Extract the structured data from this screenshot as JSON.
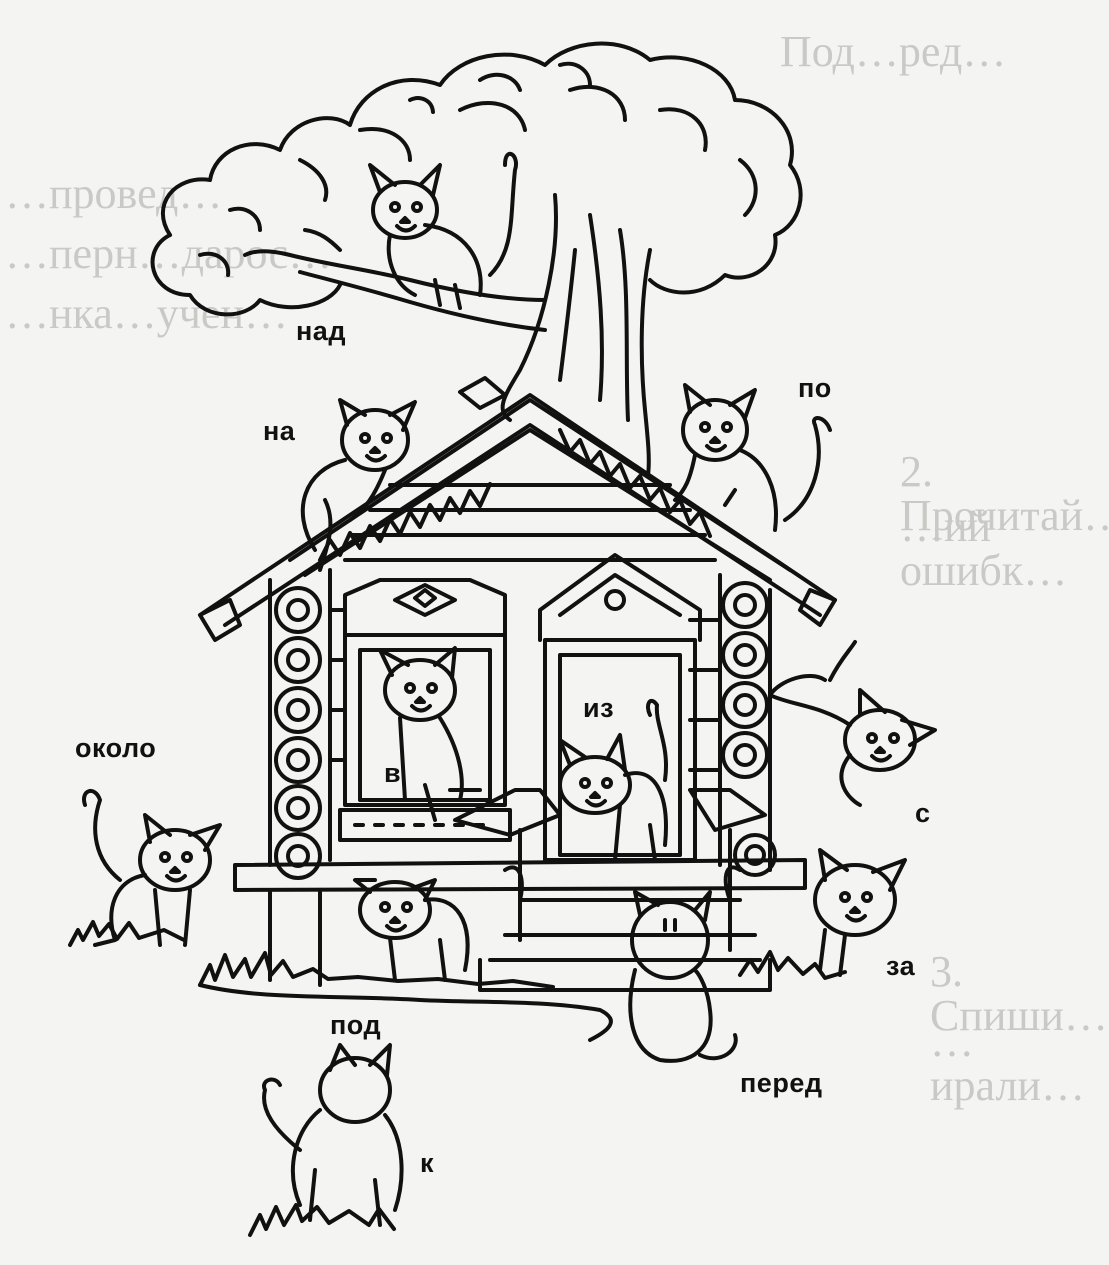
{
  "labels": {
    "nad": "над",
    "na": "на",
    "po": "по",
    "okolo": "около",
    "v": "в",
    "iz": "из",
    "s": "с",
    "za": "за",
    "pod": "под",
    "pered": "перед",
    "k": "к"
  },
  "bleed_through": {
    "line1": "Под…ред…",
    "line2": "…провед…",
    "line3": "…перн…дарос…",
    "line4": "…нка…учен…",
    "line5": "2. Прочитай…",
    "line6": "…ий ошибк…",
    "line7": "3. Спиши…",
    "line8": "…ирали…"
  },
  "colors": {
    "ink": "#111111",
    "paper": "#f4f4f2",
    "ghost": "#c9c9c6"
  }
}
